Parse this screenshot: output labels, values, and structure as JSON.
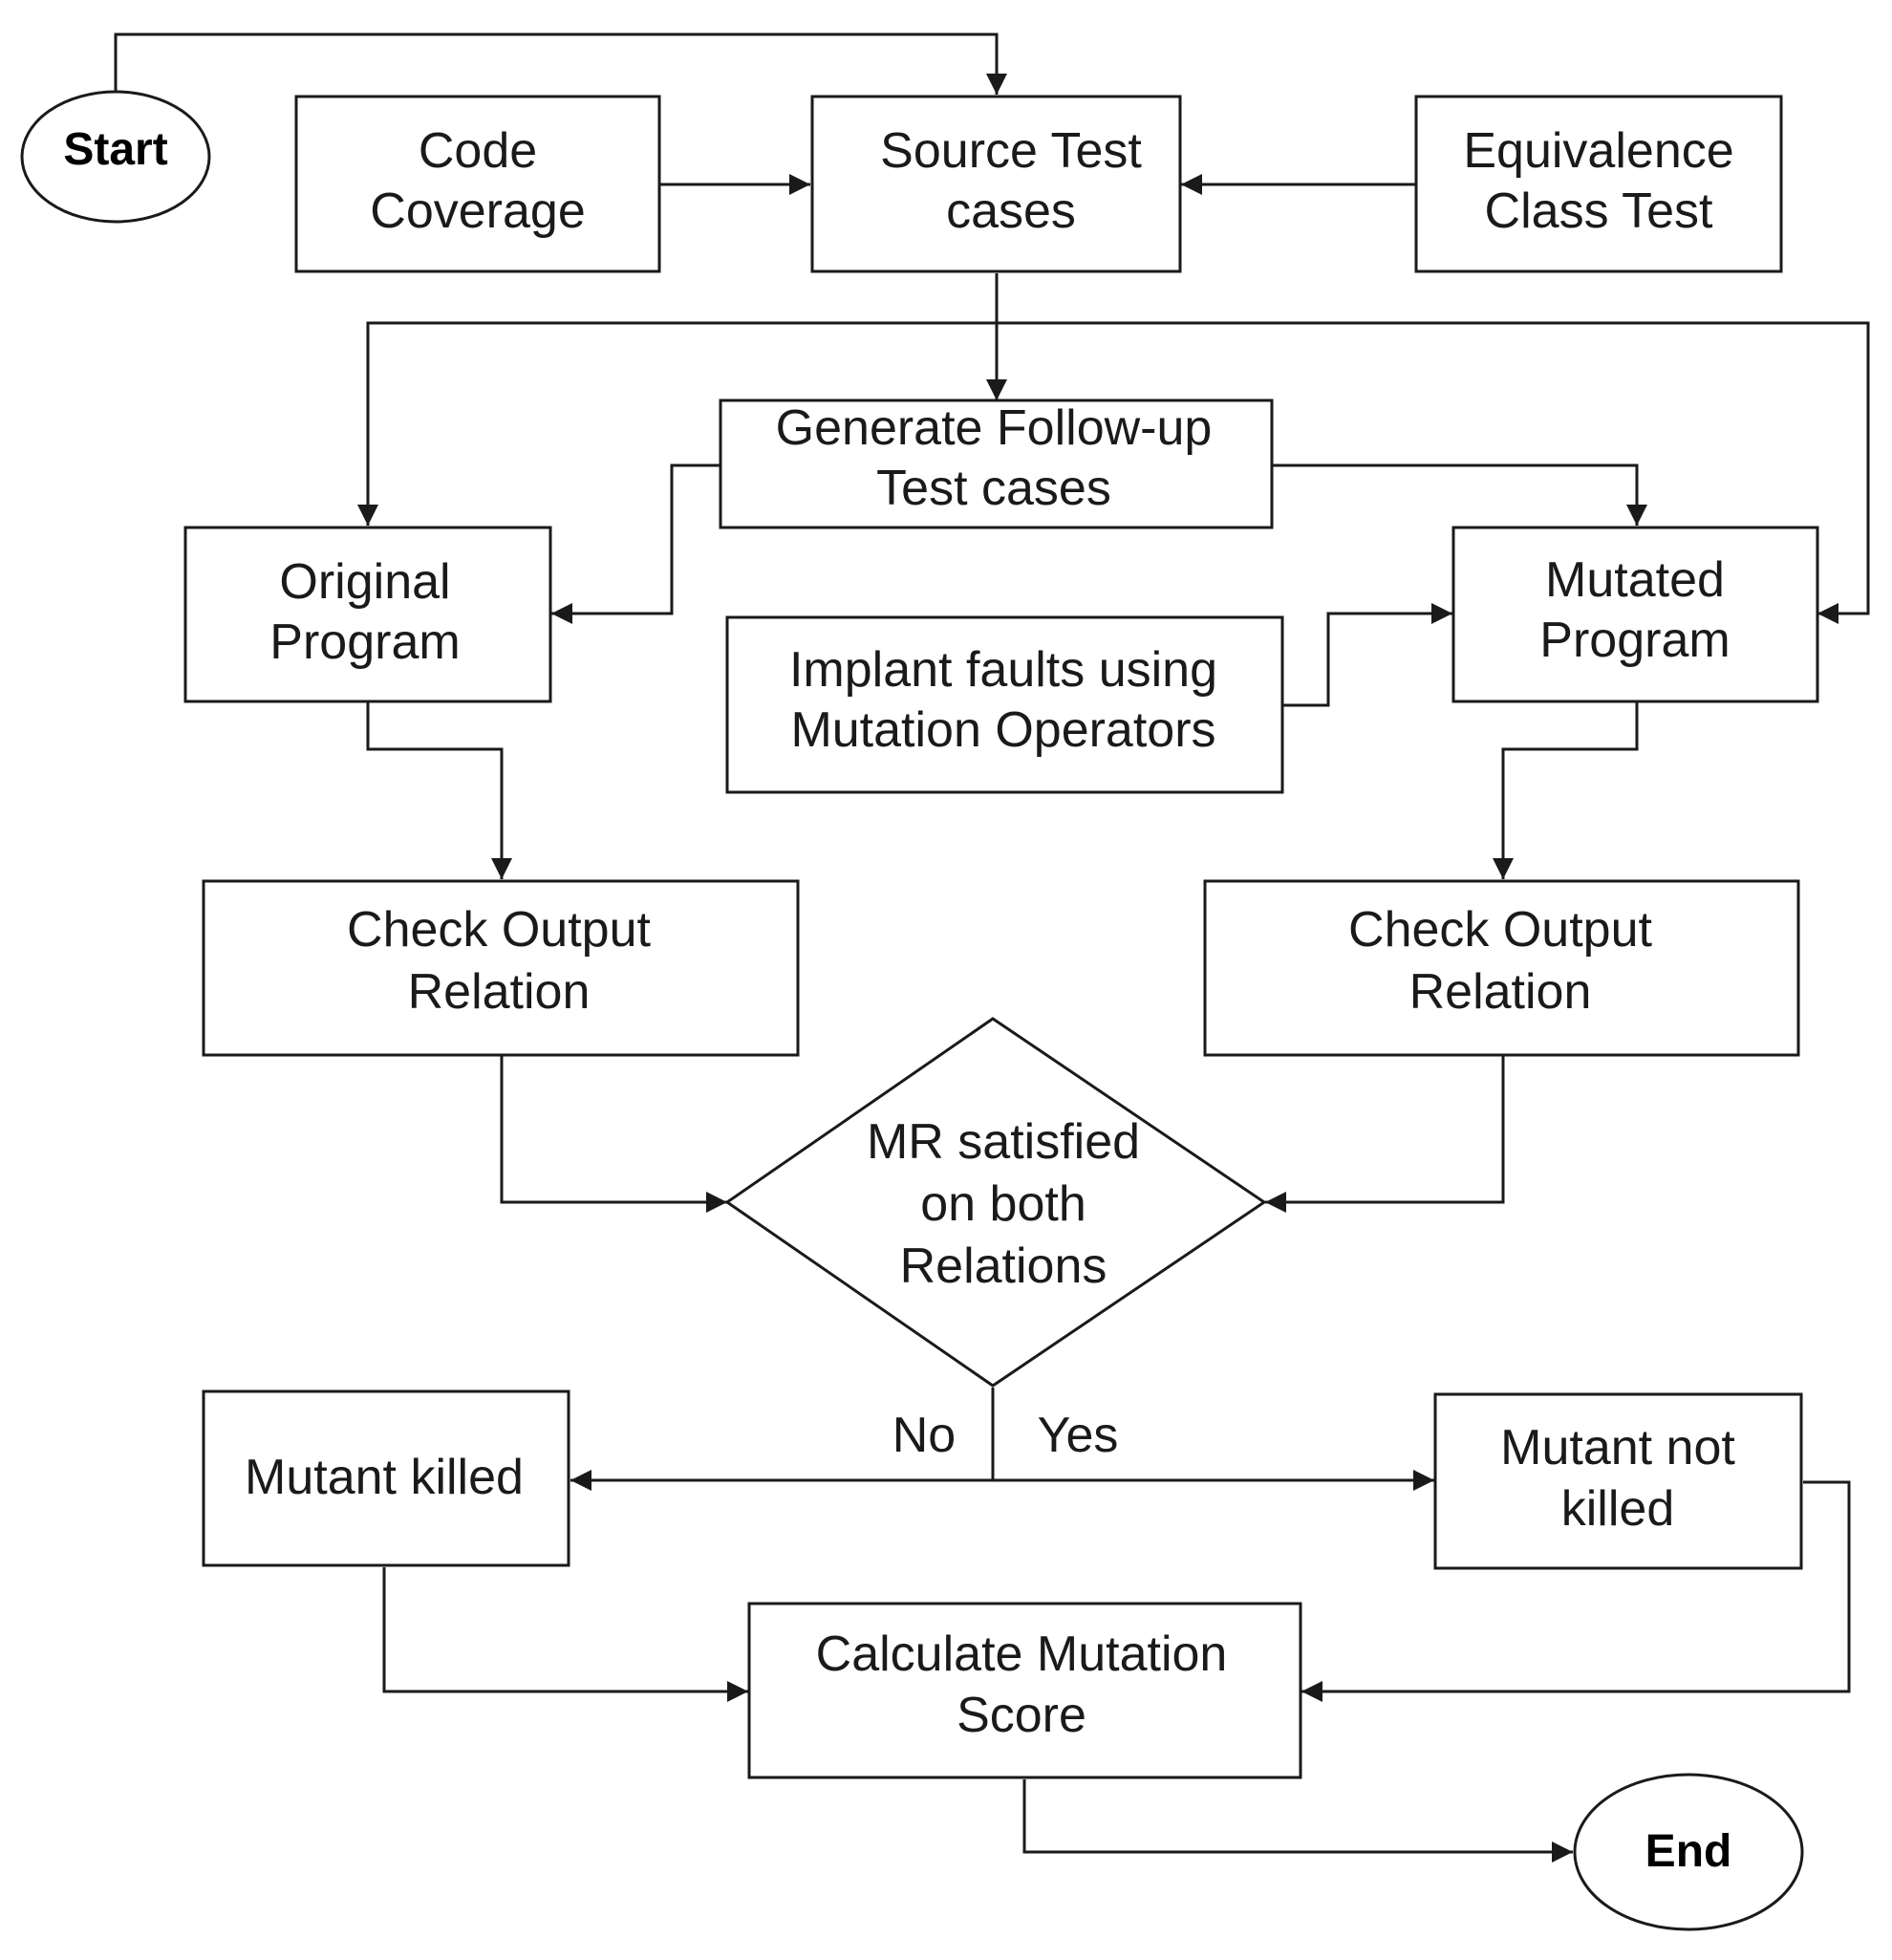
{
  "nodes": {
    "start": "Start",
    "code_coverage": [
      "Code",
      "Coverage"
    ],
    "source_test_cases": [
      "Source Test",
      "cases"
    ],
    "equivalence_class_test": [
      "Equivalence",
      "Class Test"
    ],
    "generate_followup": [
      "Generate Follow-up",
      "Test cases"
    ],
    "original_program": [
      "Original",
      "Program"
    ],
    "implant_faults": [
      "Implant faults using",
      "Mutation Operators"
    ],
    "mutated_program": [
      "Mutated",
      "Program"
    ],
    "check_output_left": [
      "Check Output",
      "Relation"
    ],
    "check_output_right": [
      "Check Output",
      "Relation"
    ],
    "decision": [
      "MR satisfied",
      "on both",
      "Relations"
    ],
    "mutant_killed": "Mutant killed",
    "mutant_not_killed": [
      "Mutant not",
      "killed"
    ],
    "calculate_score": [
      "Calculate Mutation",
      "Score"
    ],
    "end": "End"
  },
  "edge_labels": {
    "no": "No",
    "yes": "Yes"
  }
}
